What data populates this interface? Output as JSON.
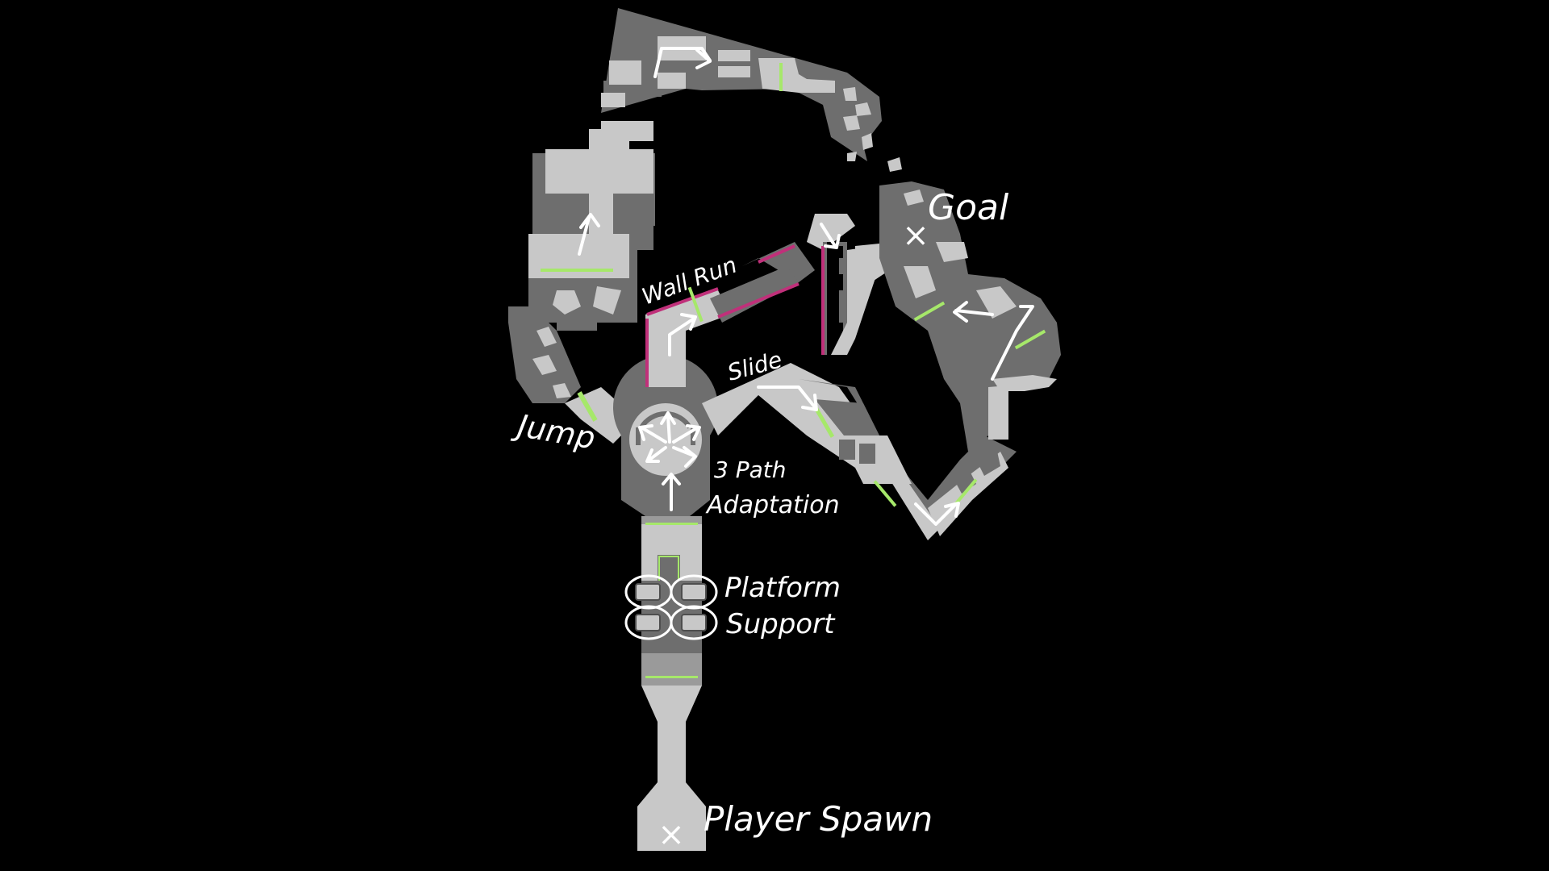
{
  "map": {
    "colors": {
      "background": "#000000",
      "floor_light": "#c8c8c8",
      "floor_dark": "#6e6e6e",
      "floor_mid": "#9a9a9a",
      "outline": "#ffffff",
      "checkpoint": "#a6e86a",
      "wall_run": "#c0307a"
    },
    "labels": {
      "goal": "Goal",
      "wall_run": "Wall Run",
      "slide": "Slide",
      "jump": "Jump",
      "path_adaptation_line1": "3 Path",
      "path_adaptation_line2": "Adaptation",
      "platform_support_line1": "Platform",
      "platform_support_line2": "Support",
      "player_spawn": "Player Spawn"
    },
    "markers": {
      "goal_marker": "×",
      "spawn_marker": "×"
    }
  }
}
